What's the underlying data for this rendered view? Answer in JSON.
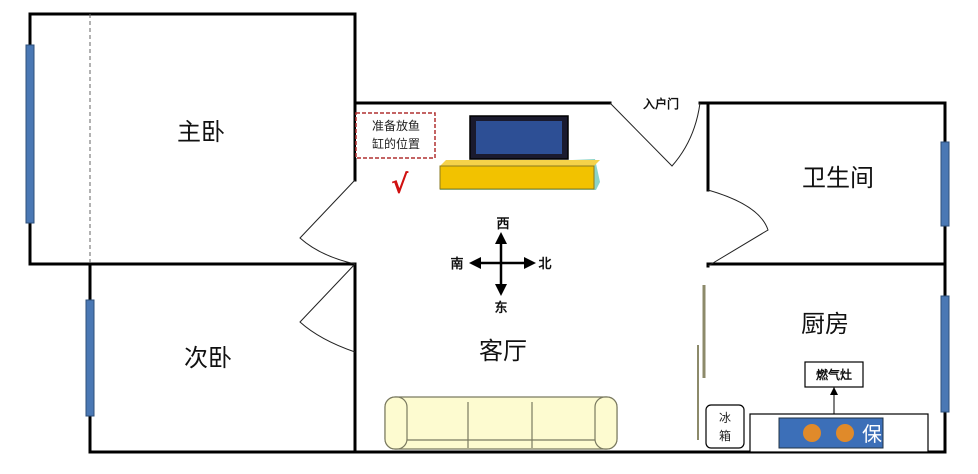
{
  "rooms": {
    "master_bedroom": "主卧",
    "second_bedroom": "次卧",
    "living_room": "客厅",
    "bathroom": "卫生间",
    "kitchen": "厨房"
  },
  "entrance": "入户门",
  "fish_tank_note": {
    "line1": "准备放鱼",
    "line2": "缸的位置"
  },
  "check_mark": "√",
  "compass": {
    "north": "北",
    "south": "南",
    "east": "东",
    "west": "西"
  },
  "stove": "燃气灶",
  "fridge": {
    "line1": "冰",
    "line2": "箱"
  },
  "watermark": "保",
  "colors": {
    "wall": "#000000",
    "window": "#4a78b4",
    "tv_screen": "#2d4f95",
    "tv_stand": "#f2c200",
    "tv_stand_side": "#8dd4c8",
    "sofa": "#fdfbd0",
    "note_border": "#b03030",
    "check": "#d01010"
  }
}
